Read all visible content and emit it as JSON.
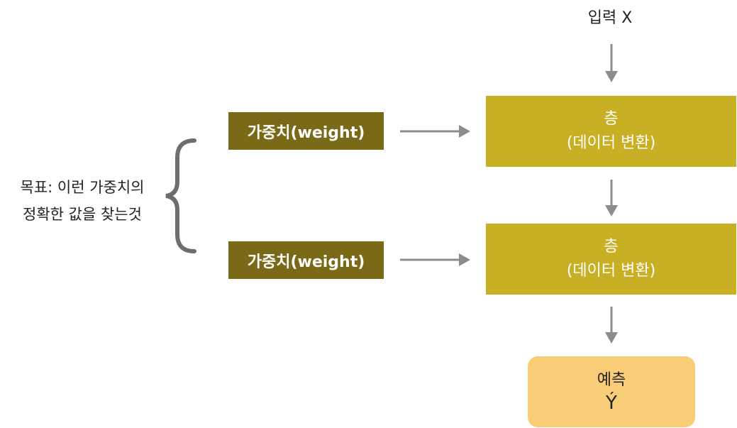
{
  "input": {
    "label": "입력  X"
  },
  "goal": {
    "line1": "목표: 이런 가중치의",
    "line2": "정확한 값을 찾는것"
  },
  "weights": [
    {
      "label": "가중치(weight)"
    },
    {
      "label": "가중치(weight)"
    }
  ],
  "layers": [
    {
      "title": "층",
      "subtitle": "(데이터 변환)"
    },
    {
      "title": "층",
      "subtitle": "(데이터 변환)"
    }
  ],
  "prediction": {
    "title": "예측",
    "symbol": "Ý"
  },
  "colors": {
    "weight_box": "#7a6a18",
    "layer_box": "#c8af24",
    "prediction_box": "#f9cd78",
    "arrow": "#8c8c8c",
    "brace": "#6e6e6e"
  }
}
